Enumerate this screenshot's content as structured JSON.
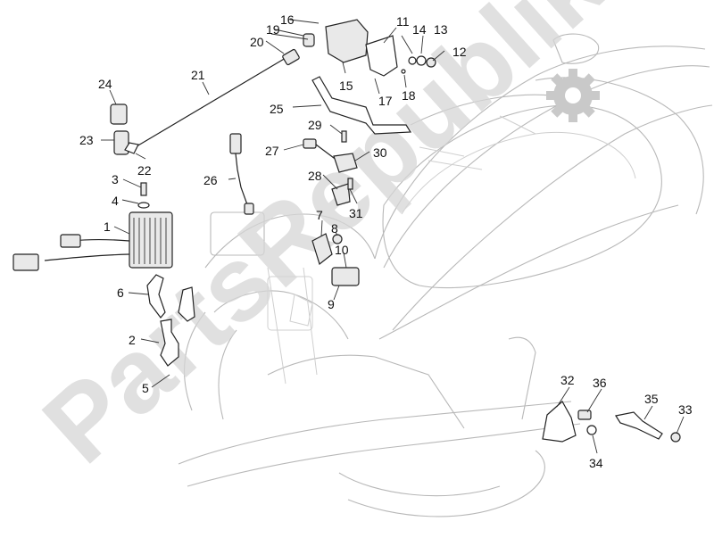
{
  "watermark": {
    "text": "PartsRepublik"
  },
  "callouts": {
    "c1": "1",
    "c2": "2",
    "c3": "3",
    "c4": "4",
    "c5": "5",
    "c6": "6",
    "c7": "7",
    "c8": "8",
    "c9": "9",
    "c10": "10",
    "c11": "11",
    "c12": "12",
    "c13": "13",
    "c14": "14",
    "c15": "15",
    "c16": "16",
    "c17": "17",
    "c18": "18",
    "c19": "19",
    "c20": "20",
    "c21": "21",
    "c22": "22",
    "c23": "23",
    "c24": "24",
    "c25": "25",
    "c26": "26",
    "c27": "27",
    "c28": "28",
    "c29": "29",
    "c30": "30",
    "c31": "31",
    "c32": "32",
    "c33": "33",
    "c34": "34",
    "c35": "35",
    "c36": "36"
  },
  "icons": {
    "logo": "gear-logo-icon"
  }
}
